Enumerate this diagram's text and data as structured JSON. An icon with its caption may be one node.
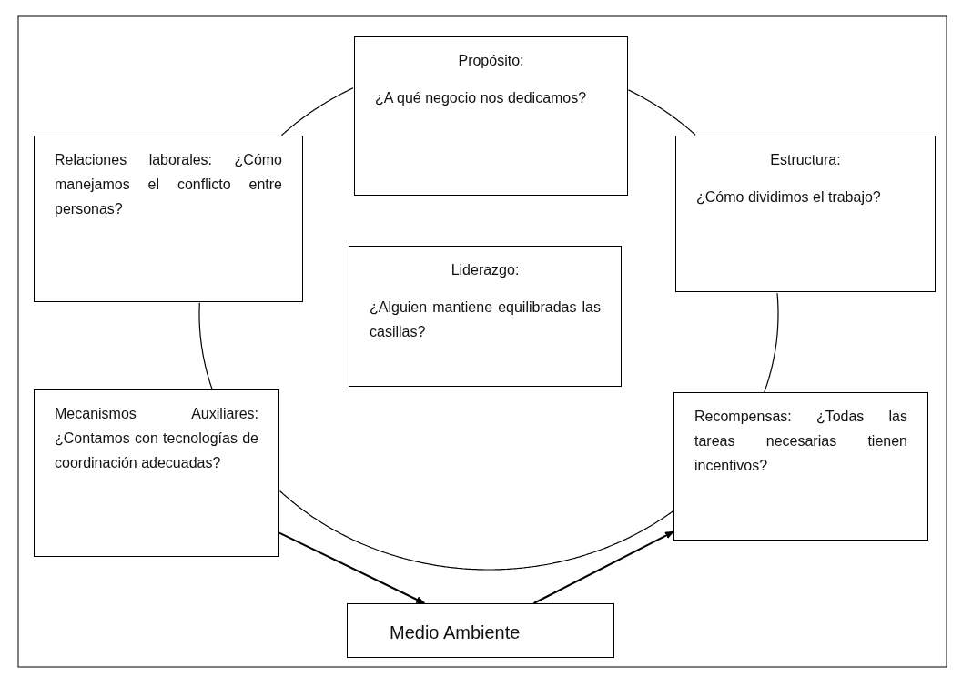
{
  "diagram": {
    "nodes": [
      {
        "text": [
          "Propósito:",
          "¿A qué negocio nos dedicamos?"
        ]
      },
      {
        "text": [
          "Relaciones laborales: ¿Cómo manejamos el conflicto entre personas?"
        ]
      },
      {
        "text": [
          "Estructura:",
          "¿Cómo dividimos el trabajo?"
        ]
      },
      {
        "text": [
          "Liderazgo:",
          "¿Alguien mantiene equilibradas las casillas?"
        ]
      },
      {
        "text": [
          "Mecanismos Auxiliares: ¿Contamos con tecnologías de coordinación adecuadas?"
        ]
      },
      {
        "text": [
          "Recompensas: ¿Todas las tareas necesarias tienen incentivos?"
        ]
      },
      {
        "text": [
          "Medio Ambiente"
        ]
      }
    ],
    "edges": [
      {
        "from": 0,
        "to": 2,
        "arrow": "none"
      },
      {
        "from": 2,
        "to": 5,
        "arrow": "none"
      },
      {
        "from": 5,
        "to": 4,
        "arrow": "none"
      },
      {
        "from": 4,
        "to": 1,
        "arrow": "none"
      },
      {
        "from": 1,
        "to": 0,
        "arrow": "none"
      },
      {
        "from": 4,
        "to": 6,
        "arrow": "to"
      },
      {
        "from": 6,
        "to": 5,
        "arrow": "to"
      }
    ]
  }
}
